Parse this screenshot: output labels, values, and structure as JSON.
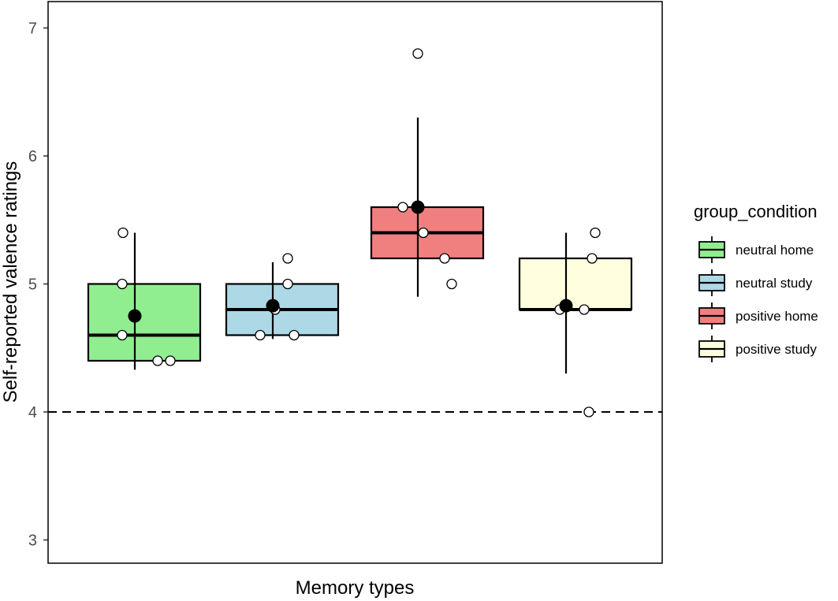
{
  "chart_data": {
    "type": "box",
    "xlabel": "Memory types",
    "ylabel": "Self-reported valence ratings",
    "ylim": [
      3,
      7.2
    ],
    "yticks": [
      "3",
      "4",
      "5",
      "6",
      "7"
    ],
    "reference_line": {
      "y": 4,
      "style": "dashed"
    },
    "legend": {
      "title": "group_condition",
      "placement": "right"
    },
    "series": [
      {
        "name": "neutral home",
        "color": "#90ee90",
        "q1": 4.4,
        "median": 4.6,
        "q3": 5.0,
        "mean": 4.75,
        "err_low": 4.33,
        "err_high": 5.4,
        "points": [
          5.4,
          5.0,
          4.6,
          4.4,
          4.4
        ]
      },
      {
        "name": "neutral study",
        "color": "#add8e6",
        "q1": 4.6,
        "median": 4.8,
        "q3": 5.0,
        "mean": 4.83,
        "err_low": 4.57,
        "err_high": 5.17,
        "points": [
          5.2,
          5.0,
          4.8,
          4.6,
          4.6
        ]
      },
      {
        "name": "positive home",
        "color": "#f08080",
        "q1": 5.2,
        "median": 5.4,
        "q3": 5.6,
        "mean": 5.6,
        "err_low": 4.9,
        "err_high": 6.3,
        "points": [
          6.8,
          5.6,
          5.4,
          5.2,
          5.0
        ]
      },
      {
        "name": "positive study",
        "color": "#ffffe0",
        "q1": 4.8,
        "median": 4.8,
        "q3": 5.2,
        "mean": 4.83,
        "err_low": 4.3,
        "err_high": 5.4,
        "points": [
          5.4,
          5.2,
          4.8,
          4.8,
          4.0
        ]
      }
    ]
  }
}
